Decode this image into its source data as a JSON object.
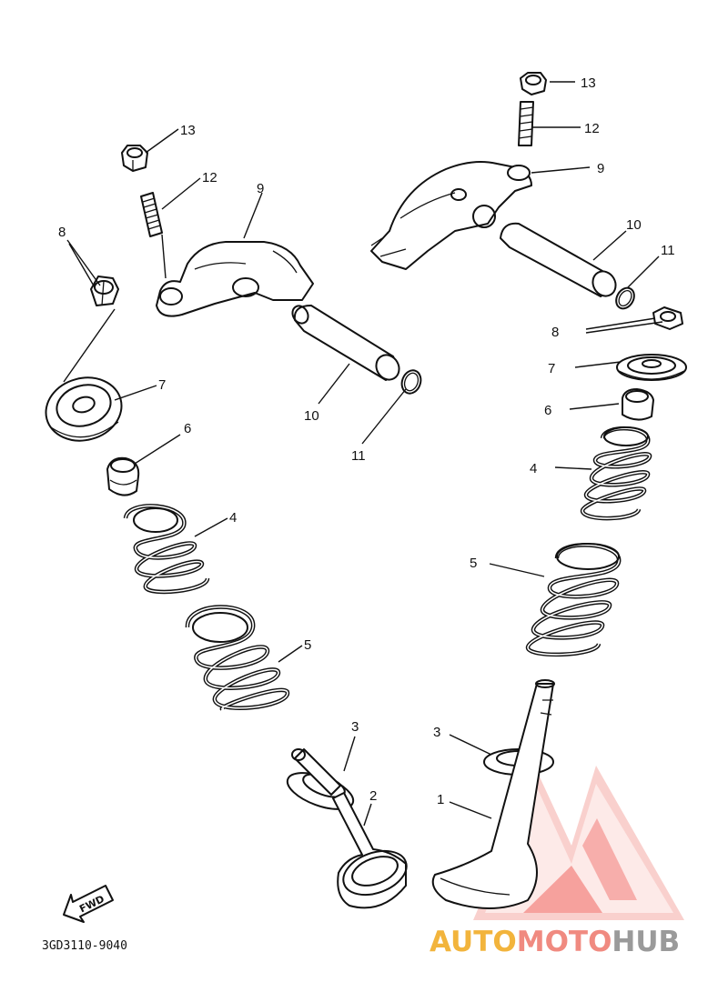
{
  "diagram": {
    "part_labels": {
      "valve_1": "1",
      "valve_2": "2",
      "retainer_3_left": "3",
      "retainer_3_right": "3",
      "spring_inner_4_left": "4",
      "spring_inner_4_right": "4",
      "spring_outer_5_left": "5",
      "spring_outer_5_right": "5",
      "stem_seal_6_left": "6",
      "stem_seal_6_right": "6",
      "seat_7_left": "7",
      "seat_7_right": "7",
      "cotter_8_left": "8",
      "cotter_8_right": "8",
      "rocker_arm_9_left": "9",
      "rocker_arm_9_right": "9",
      "shaft_10_left": "10",
      "shaft_10_right": "10",
      "o_ring_11_left": "11",
      "o_ring_11_right": "11",
      "adjuster_12_left": "12",
      "adjuster_12_right": "12",
      "nut_13_left": "13",
      "nut_13_right": "13"
    },
    "fwd_label": "FWD",
    "drawing_code": "3GD3110-9040"
  },
  "watermark": {
    "part1": "AUTO",
    "part2": "MOTO",
    "part3": "HUB",
    "colors": {
      "auto": "#f2b43c",
      "moto": "#f08a80",
      "hub": "#9a9a9a",
      "logo": "#ee4b45"
    }
  }
}
